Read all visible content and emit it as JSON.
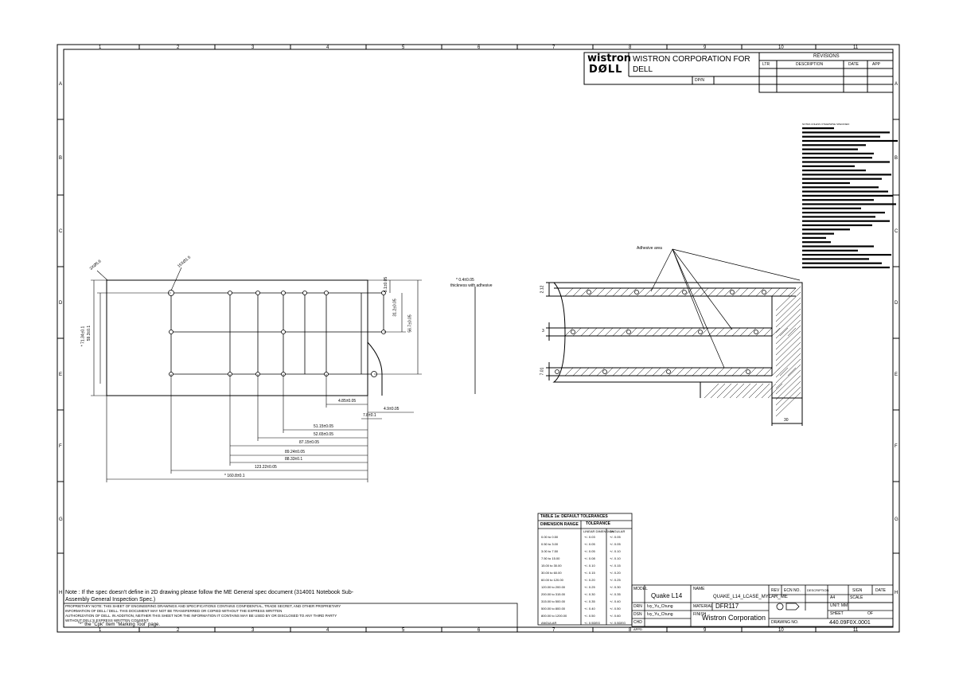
{
  "zones": {
    "columns": [
      "1",
      "2",
      "3",
      "4",
      "5",
      "6",
      "7",
      "8",
      "9",
      "10",
      "11"
    ],
    "rows": [
      "A",
      "B",
      "C",
      "D",
      "E",
      "F",
      "G",
      "H"
    ]
  },
  "title_block": {
    "logo_top": "wistron",
    "logo_bottom": "DØLL",
    "company": "WISTRON CORPORATION FOR",
    "company_line2": "DELL",
    "dpn_label": "DP/N",
    "revisions_title": "REVISIONS",
    "rev_headers": [
      "LTR",
      "DESCRIPTION",
      "DATE",
      "APP"
    ]
  },
  "drawing": {
    "left_view": {
      "datum_1": "3XØ5.6",
      "datum_2": "15XØ1.5",
      "dims_vertical": [
        "* 71.34±0.1",
        "59.3±0.1",
        "5.1±0.05",
        "31.2±0.05",
        "56.7±0.05"
      ],
      "dims_horizontal": [
        "4.85±0.05",
        "4.9±0.05",
        "7.8±0.1",
        "51.15±0.05",
        "52.65±0.05",
        "87.15±0.05",
        "89.24±0.05",
        "88.33±0.1",
        "123.22±0.05",
        "* 160.8±0.1"
      ]
    },
    "center_note": "* 0.4±0.05",
    "center_note_2": "thickness with adhesive",
    "right_view": {
      "callout": "Adhesive area",
      "dims": [
        "2.12",
        "3",
        "7.01",
        "30"
      ]
    }
  },
  "notes_label": "NOTES UNLESS OTHERWISE SPECIFIED:",
  "tolerances": {
    "title": "TABLE 1a: DEFAULT TOLERANCES",
    "headers": [
      "DIMENSION RANGE",
      "TOLERANCE"
    ],
    "subheaders": [
      "LINEAR DIMENSION",
      "ANGULAR"
    ],
    "rows": [
      [
        "0.00 to 0.50",
        "+/- 0.03",
        "+/- 0.05"
      ],
      [
        "0.50 to 3.00",
        "+/- 0.05",
        "+/- 0.05"
      ],
      [
        "3.00 to 7.50",
        "+/- 0.05",
        "+/- 0.10"
      ],
      [
        "7.50 to 15.00",
        "+/- 0.08",
        "+/- 0.10"
      ],
      [
        "15.00 to 30.00",
        "+/- 0.10",
        "+/- 0.15"
      ],
      [
        "30.00 to 60.00",
        "+/- 0.15",
        "+/- 0.20"
      ],
      [
        "60.00 to 120.00",
        "+/- 0.20",
        "+/- 0.25"
      ],
      [
        "120.00 to 200.00",
        "+/- 0.25",
        "+/- 0.30"
      ],
      [
        "200.00 to 315.00",
        "+/- 0.30",
        "+/- 0.35"
      ],
      [
        "315.00 to 500.00",
        "+/- 0.35",
        "+/- 0.40"
      ],
      [
        "500.00 to 800.00",
        "+/- 0.40",
        "+/- 0.50"
      ],
      [
        "800.00 to 1200.00",
        "+/- 0.50",
        "+/- 0.60"
      ],
      [
        "ANGULAR",
        "+/- 0.5DEG",
        "+/- 0.5DEG"
      ]
    ]
  },
  "bottom_block": {
    "model_label": "MODEL",
    "model": "Quake L14",
    "name_label": "NAME",
    "name": "QUAKE_L14_LCASE_MYLAR_ME",
    "drn_label": "DRN",
    "drn": "Ivy_Yu_Chung",
    "dsn_label": "DSN",
    "dsn": "Ivy_Yu_Chung",
    "chd_label": "CHD",
    "appd_label": "APPD",
    "material_label": "MATERIAL",
    "material": "DFR117",
    "finish_label": "FINISH",
    "corp": "Wistron Corporation",
    "rev_label": "REV",
    "ecn_label": "ECN NO.",
    "desc_label": "DESCRIPTION",
    "sign_label": "SIGN",
    "date_label": "DATE",
    "a4_label": "A4",
    "scale_label": "SCALE",
    "unit_label": "UNIT: MM",
    "sheet_label": "SHEET",
    "of_label": "OF",
    "drawing_no_label": "DRAWING NO.",
    "drawing_no": "440.09F0X.0001"
  },
  "note": "Note : If the spec doesn't define in 2D drawing please follow the ME General spec document (314001 Notebook Sub-Assembly General Inspection Spec.)",
  "proprietary": [
    "PROPRIETARY NOTE: THIS SHEET OF ENGINEERING DRAWINGS AND SPECIFICATIONS CONTAINS CONFIDENTIAL, TRADE SECRET, AND OTHER PROPRIETARY",
    "INFORMATION OF DELL / DELL. THIS DOCUMENT MAY NOT BE TRANSFERRED OR COPIED WITHOUT THE EXPRESS WRITTEN",
    "AUTHORIZATION OF DELL. IN ADDITION, NEITHER THIS SHEET NOR THE INFORMATION IT CONTAINS MAY BE USED BY OR DISCLOSED TO ANY THIRD PARTY",
    "WITHOUT DELL'S EXPRESS WRITTEN CONSENT."
  ],
  "footer_note": "\"*\" the \"Cpk\" Item \"Marking Tool\" page."
}
